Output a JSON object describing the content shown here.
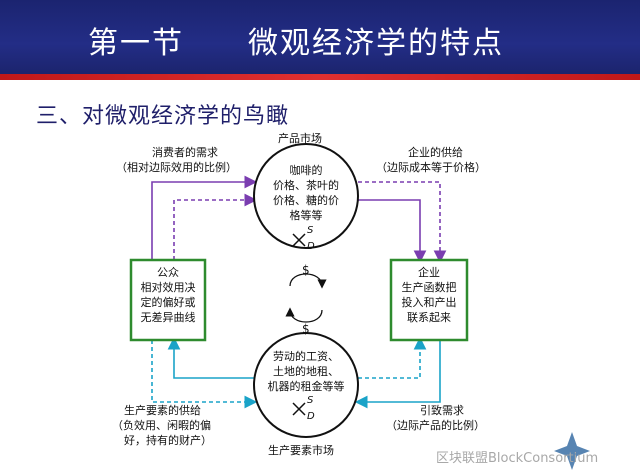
{
  "title": "第一节　　微观经济学的特点",
  "subtitle": "三、对微观经济学的鸟瞰",
  "labels": {
    "product_market": "产品市场",
    "factor_market": "生产要素市场",
    "consumer_demand_1": "消费者的需求",
    "consumer_demand_2": "（相对边际效用的比例）",
    "firm_supply_1": "企业的供给",
    "firm_supply_2": "（边际成本等于价格）",
    "factor_supply_1": "生产要素的供给",
    "factor_supply_2": "（负效用、闲暇的偏",
    "factor_supply_3": "好，持有的财产）",
    "derived_demand_1": "引致需求",
    "derived_demand_2": "（边际产品的比例）"
  },
  "product_circle": [
    "咖啡的",
    "价格、茶叶的",
    "价格、糖的价",
    "格等等"
  ],
  "factor_circle": [
    "劳动的工资、",
    "土地的地租、",
    "机器的租金等等"
  ],
  "sd": {
    "s": "S",
    "d": "D"
  },
  "public_box": [
    "公众",
    "相对效用决",
    "定的偏好或",
    "无差异曲线"
  ],
  "firm_box": [
    "企业",
    "生产函数把",
    "投入和产出",
    "联系起来"
  ],
  "money": "$",
  "watermark": "区块联盟BlockConsortium",
  "colors": {
    "title_bg": "#232d86",
    "title_stripe": "#d42020",
    "box_border": "#2e8b2e",
    "arrow_purple": "#7a3db0",
    "arrow_cyan": "#1aa3c8"
  }
}
